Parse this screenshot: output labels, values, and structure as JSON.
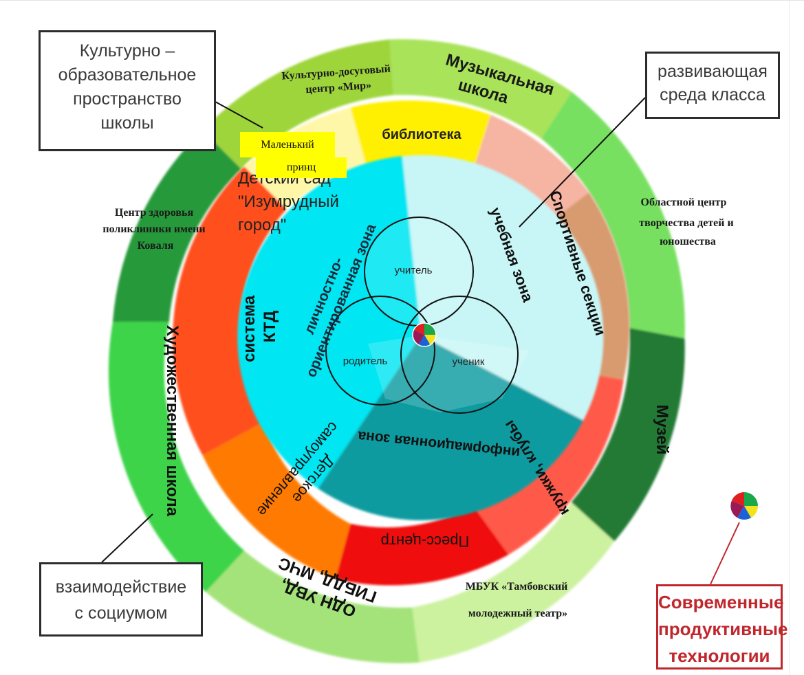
{
  "outer_ring": {
    "cultural_center": [
      "Культурно-досуговый",
      "центр «Мир»"
    ],
    "music_school": [
      "Музыкальная",
      "школа"
    ],
    "regional_center": [
      "Областной центр",
      "творчества детей и",
      "юношества"
    ],
    "museum": "Музей",
    "theatre": [
      "МБУК «Тамбовский",
      "молодежный театр»"
    ],
    "police": [
      "ОДН УВД,",
      "ГИБДД, МЧС"
    ],
    "art_school": "Художественная школа",
    "health_center": [
      "Центр здоровья",
      "поликлиники имени",
      "Коваля"
    ]
  },
  "middle_ring": {
    "library": "библиотека",
    "sport_sections": "Спортивные секции",
    "clubs": "кружки, клубы",
    "press_center": "Пресс-центр",
    "self_government": [
      "Детское",
      "самоуправление"
    ],
    "ktd_system": [
      "система",
      "КТД"
    ],
    "kindergarten": [
      "Детский сад",
      "\"Изумрудный",
      "город\""
    ],
    "little_prince": [
      "Маленький",
      "принц"
    ]
  },
  "inner_zones": {
    "personal_zone": [
      "личностно-",
      "ориентированная зона"
    ],
    "study_zone": "учебная зона",
    "info_zone": "информационная зона"
  },
  "venn": {
    "teacher": "учитель",
    "parent": "родитель",
    "student": "ученик"
  },
  "callouts": {
    "cultural_space": [
      "Культурно –",
      "образовательное",
      "пространство",
      "школы"
    ],
    "class_environment": [
      "развивающая",
      "среда класса"
    ],
    "society": [
      "взаимодействие",
      "с социумом"
    ],
    "technologies": [
      "Современные",
      "продуктивные",
      "технологии"
    ]
  },
  "colors": {
    "bright_green": "#9be04a",
    "light_green": "#a4e37a",
    "dark_green": "#1f7a35",
    "medium_green": "#3cb44b",
    "yellow": "#ffef00",
    "salmon": "#f4b49c",
    "tan": "#d79b6f",
    "coral": "#ff5a4a",
    "red": "#ef0b0b",
    "orange": "#ff7a00",
    "red_orange": "#ff4f1f",
    "cyan": "#00e6f2",
    "pale_cyan": "#c8f6f6",
    "teal": "#0a9ba0",
    "callout_red": "#c0272d"
  }
}
